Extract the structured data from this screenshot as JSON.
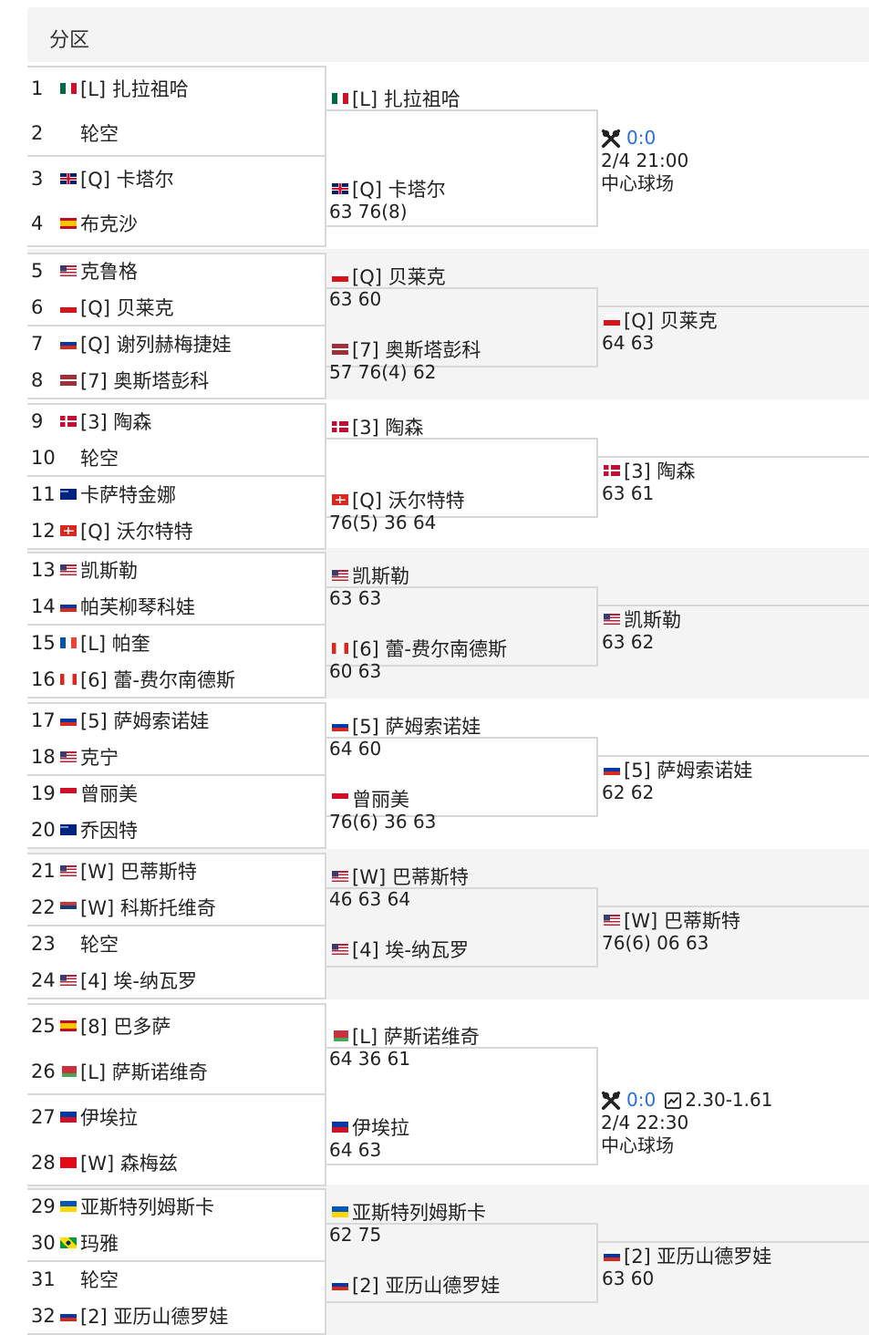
{
  "header": {
    "title": "分区"
  },
  "round1": [
    {
      "seed": "1",
      "flag": "mex",
      "name": "[L] 扎拉祖哈"
    },
    {
      "seed": "2",
      "flag": "",
      "name": "轮空"
    },
    {
      "seed": "3",
      "flag": "gbr",
      "name": "[Q] 卡塔尔"
    },
    {
      "seed": "4",
      "flag": "esp",
      "name": "布克沙"
    },
    {
      "seed": "5",
      "flag": "usa",
      "name": "克鲁格"
    },
    {
      "seed": "6",
      "flag": "cze",
      "name": "[Q] 贝莱克"
    },
    {
      "seed": "7",
      "flag": "rus",
      "name": "[Q] 谢列赫梅捷娃"
    },
    {
      "seed": "8",
      "flag": "lat",
      "name": "[7] 奥斯塔彭科"
    },
    {
      "seed": "9",
      "flag": "den",
      "name": "[3] 陶森"
    },
    {
      "seed": "10",
      "flag": "",
      "name": "轮空"
    },
    {
      "seed": "11",
      "flag": "aus",
      "name": "卡萨特金娜"
    },
    {
      "seed": "12",
      "flag": "sui",
      "name": "[Q] 沃尔特特"
    },
    {
      "seed": "13",
      "flag": "usa",
      "name": "凯斯勒"
    },
    {
      "seed": "14",
      "flag": "rus",
      "name": "帕芙柳琴科娃"
    },
    {
      "seed": "15",
      "flag": "fra",
      "name": "[L] 帕奎"
    },
    {
      "seed": "16",
      "flag": "can",
      "name": "[6] 蕾-费尔南德斯"
    },
    {
      "seed": "17",
      "flag": "rus",
      "name": "[5] 萨姆索诺娃"
    },
    {
      "seed": "18",
      "flag": "usa",
      "name": "克宁"
    },
    {
      "seed": "19",
      "flag": "ina",
      "name": "曾丽美"
    },
    {
      "seed": "20",
      "flag": "aus",
      "name": "乔因特"
    },
    {
      "seed": "21",
      "flag": "usa",
      "name": "[W] 巴蒂斯特"
    },
    {
      "seed": "22",
      "flag": "srb",
      "name": "[W] 科斯托维奇"
    },
    {
      "seed": "23",
      "flag": "",
      "name": "轮空"
    },
    {
      "seed": "24",
      "flag": "usa",
      "name": "[4] 埃-纳瓦罗"
    },
    {
      "seed": "25",
      "flag": "esp",
      "name": "[8] 巴多萨"
    },
    {
      "seed": "26",
      "flag": "blr",
      "name": "[L] 萨斯诺维奇"
    },
    {
      "seed": "27",
      "flag": "phi",
      "name": "伊埃拉"
    },
    {
      "seed": "28",
      "flag": "tur",
      "name": "[W] 森梅兹"
    },
    {
      "seed": "29",
      "flag": "ukr",
      "name": "亚斯特列姆斯卡"
    },
    {
      "seed": "30",
      "flag": "bra",
      "name": "玛雅"
    },
    {
      "seed": "31",
      "flag": "",
      "name": "轮空"
    },
    {
      "seed": "32",
      "flag": "rus",
      "name": "[2] 亚历山德罗娃"
    }
  ],
  "round2": [
    {
      "flag": "mex",
      "name": "[L] 扎拉祖哈",
      "score": ""
    },
    {
      "flag": "gbr",
      "name": "[Q] 卡塔尔",
      "score": "63 76(8)"
    },
    {
      "flag": "cze",
      "name": "[Q] 贝莱克",
      "score": "63 60"
    },
    {
      "flag": "lat",
      "name": "[7] 奥斯塔彭科",
      "score": "57 76(4) 62"
    },
    {
      "flag": "den",
      "name": "[3] 陶森",
      "score": ""
    },
    {
      "flag": "sui",
      "name": "[Q] 沃尔特特",
      "score": "76(5) 36 64"
    },
    {
      "flag": "usa",
      "name": "凯斯勒",
      "score": "63 63"
    },
    {
      "flag": "can",
      "name": "[6] 蕾-费尔南德斯",
      "score": "60 63"
    },
    {
      "flag": "rus",
      "name": "[5] 萨姆索诺娃",
      "score": "64 60"
    },
    {
      "flag": "ina",
      "name": "曾丽美",
      "score": "76(6) 36 63"
    },
    {
      "flag": "usa",
      "name": "[W] 巴蒂斯特",
      "score": "46 63 64"
    },
    {
      "flag": "usa",
      "name": "[4] 埃-纳瓦罗",
      "score": ""
    },
    {
      "flag": "blr",
      "name": "[L] 萨斯诺维奇",
      "score": "64 36 61"
    },
    {
      "flag": "phi",
      "name": "伊埃拉",
      "score": "64 63"
    },
    {
      "flag": "ukr",
      "name": "亚斯特列姆斯卡",
      "score": "62 75"
    },
    {
      "flag": "rus",
      "name": "[2] 亚历山德罗娃",
      "score": ""
    }
  ],
  "round3": [
    {
      "type": "match",
      "score_live": "0:0",
      "odds": "",
      "time": "2/4 21:00",
      "court": "中心球场"
    },
    {
      "type": "player",
      "flag": "cze",
      "name": "[Q] 贝莱克",
      "score": "64 63"
    },
    {
      "type": "player",
      "flag": "den",
      "name": "[3] 陶森",
      "score": "63 61"
    },
    {
      "type": "player",
      "flag": "usa",
      "name": "凯斯勒",
      "score": "63 62"
    },
    {
      "type": "player",
      "flag": "rus",
      "name": "[5] 萨姆索诺娃",
      "score": "62 62"
    },
    {
      "type": "player",
      "flag": "usa",
      "name": "[W] 巴蒂斯特",
      "score": "76(6) 06 63"
    },
    {
      "type": "match",
      "score_live": "0:0",
      "odds": "2.30-1.61",
      "time": "2/4 22:30",
      "court": "中心球场"
    },
    {
      "type": "player",
      "flag": "rus",
      "name": "[2] 亚历山德罗娃",
      "score": "63 60"
    }
  ]
}
